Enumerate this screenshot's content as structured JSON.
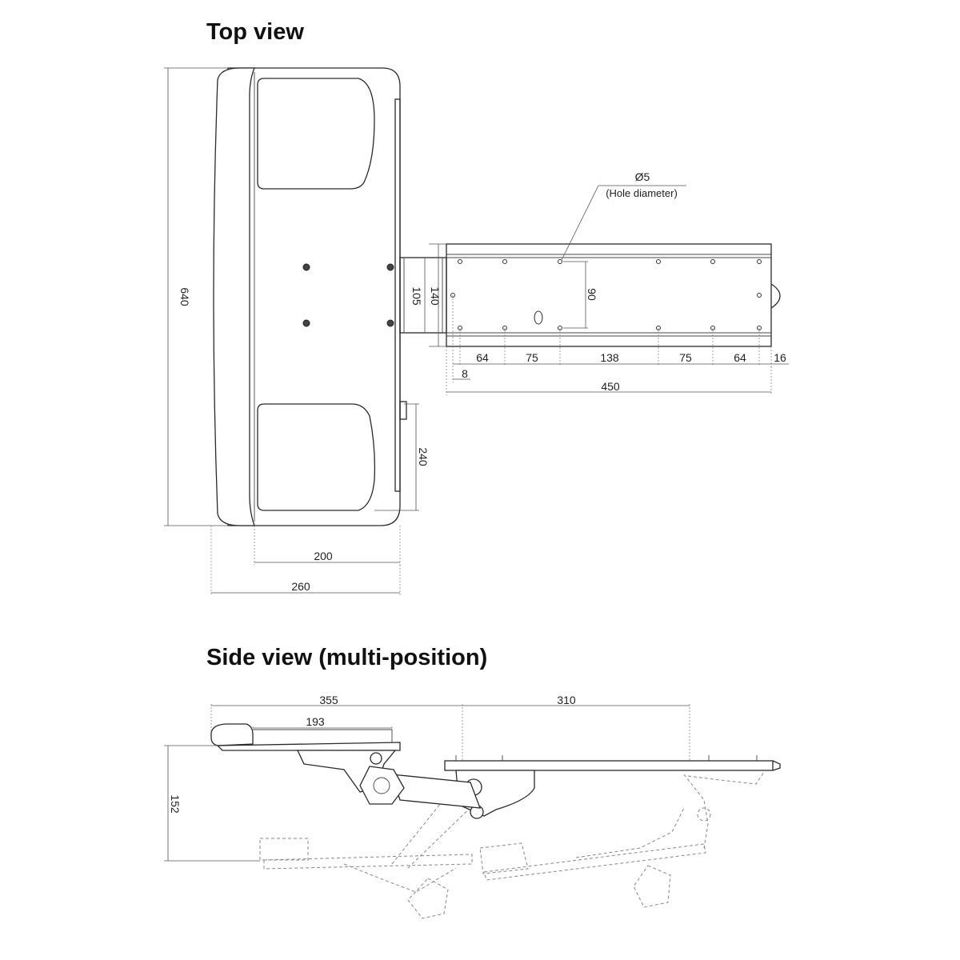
{
  "titles": {
    "top": "Top view",
    "side": "Side view (multi-position)"
  },
  "top_dims": {
    "height": "640",
    "pad_length": "240",
    "pad_width": "200",
    "total_width": "260",
    "bracket_a": "105",
    "bracket_b": "140",
    "hole_diameter": "Ø5",
    "hole_note": "(Hole diameter)",
    "hole_gap": "90",
    "spacing": [
      "64",
      "75",
      "138",
      "75",
      "64",
      "16"
    ],
    "offset": "8",
    "rail_length": "450"
  },
  "side_dims": {
    "reach": "355",
    "rail": "310",
    "pad": "193",
    "drop": "152"
  }
}
